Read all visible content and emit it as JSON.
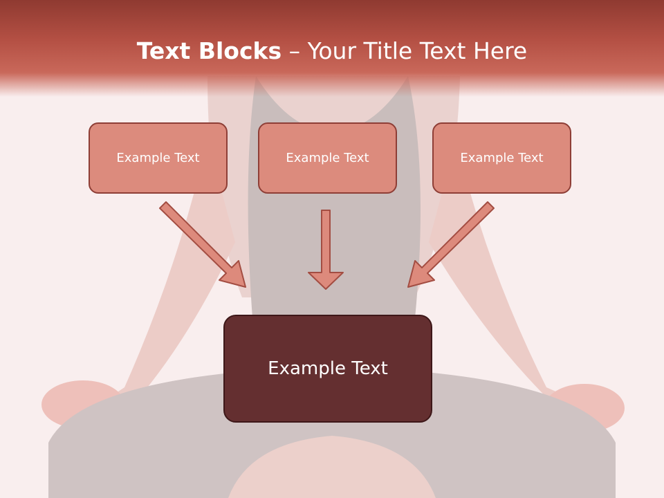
{
  "slide": {
    "title_bold": "Text Blocks",
    "title_dash": " – ",
    "title_rest": "Your Title Text Here"
  },
  "blocks": {
    "left": "Example Text",
    "center": "Example Text",
    "right": "Example Text",
    "main": "Example Text"
  },
  "colors": {
    "header": "#b34f43",
    "block_fill": "#dc8b7d",
    "block_border": "#8e3e36",
    "main_fill": "#642f30",
    "arrow_fill": "#dd8a7c"
  }
}
